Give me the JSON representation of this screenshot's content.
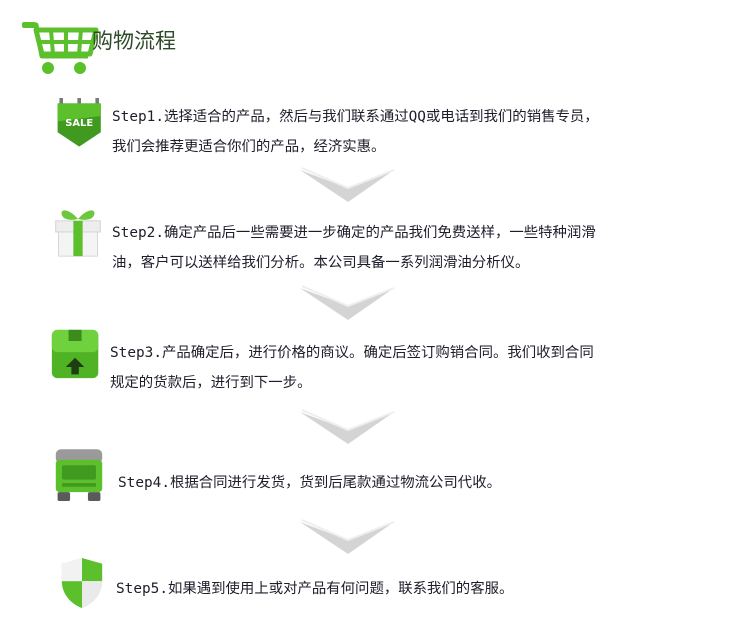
{
  "header": {
    "title": "购物流程",
    "icon": "shopping-cart-icon"
  },
  "colors": {
    "green": "#5cc02d",
    "green_dark": "#3f9a1f",
    "text": "#1d1d2b",
    "arrow_grey": "#d9d9d9"
  },
  "steps": [
    {
      "icon": "sale-tag-icon",
      "icon_text": "SALE",
      "lines": [
        "Step1.选择适合的产品，然后与我们联系通过QQ或电话到我们的销售专员，",
        "我们会推荐更适合你们的产品，经济实惠。"
      ]
    },
    {
      "icon": "gift-box-icon",
      "lines": [
        "Step2.确定产品后一些需要进一步确定的产品我们免费送样，一些特种润滑",
        "油，客户可以送样给我们分析。本公司具备一系列润滑油分析仪。"
      ]
    },
    {
      "icon": "package-box-icon",
      "lines": [
        "Step3.产品确定后，进行价格的商议。确定后签订购销合同。我们收到合同",
        "规定的货款后，进行到下一步。"
      ]
    },
    {
      "icon": "delivery-truck-icon",
      "lines": [
        "Step4.根据合同进行发货，货到后尾款通过物流公司代收。"
      ]
    },
    {
      "icon": "security-shield-icon",
      "lines": [
        "Step5.如果遇到使用上或对产品有何问题，联系我们的客服。"
      ]
    }
  ]
}
